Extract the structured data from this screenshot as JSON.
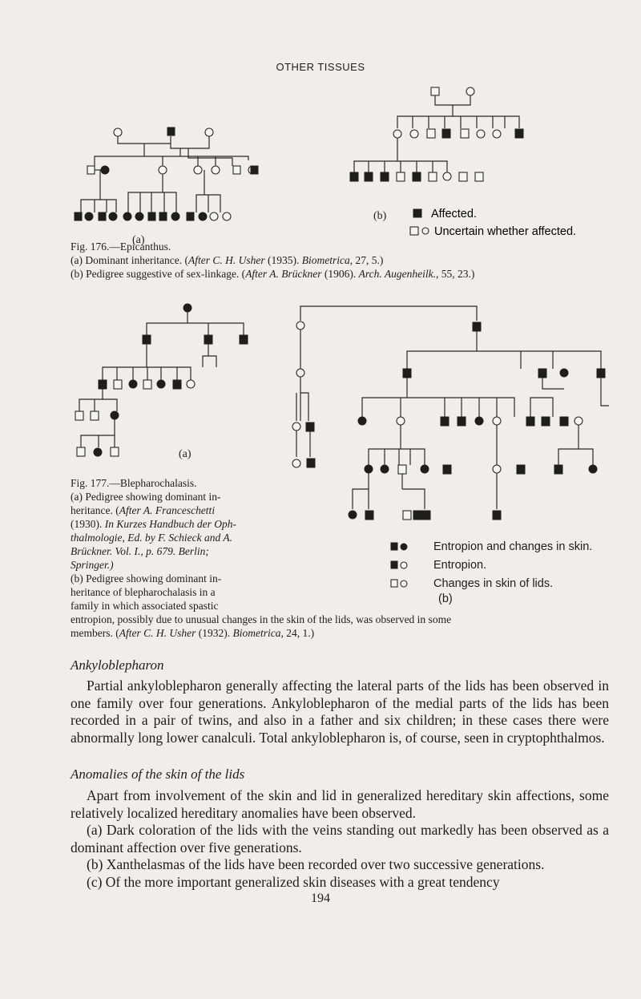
{
  "header": "OTHER TISSUES",
  "fig176": {
    "label_a": "(a)",
    "label_b": "(b)",
    "legend_affected": "Affected.",
    "legend_uncertain": "Uncertain whether affected.",
    "caption_title": "Fig. 176.—Epicanthus.",
    "caption_a_pre": "(a) Dominant inheritance. (",
    "caption_a_ital": "After C. H. Usher",
    "caption_a_post": " (1935). ",
    "caption_a_journal": "Biometrica,",
    "caption_a_vol": " 27, 5.)",
    "caption_b_pre": "(b) Pedigree suggestive of sex-linkage. (",
    "caption_b_ital": "After A. Brückner",
    "caption_b_post": " (1906). ",
    "caption_b_journal": "Arch. Augenheilk.,",
    "caption_b_vol": " 55, 23.)"
  },
  "fig177": {
    "label_a": "(a)",
    "label_b": "(b)",
    "legend_1": "Entropion and changes in skin.",
    "legend_2": "Entropion.",
    "legend_3": "Changes in skin of lids.",
    "caption_title": "Fig. 177.—Blepharochalasis.",
    "caption_a_1": "(a) Pedigree showing dominant in-",
    "caption_a_2": "heritance. (",
    "caption_a_2_ital": "After A. Franceschetti",
    "caption_a_3": "(1930). ",
    "caption_a_3_ital": "In Kurzes Handbuch der Oph-",
    "caption_a_4_ital": "thalmologie, Ed. by F. Schieck and A.",
    "caption_a_5_ital": "Brückner. Vol. I., p. 679. Berlin;",
    "caption_a_6_ital": "Springer.)",
    "caption_b_1": "(b) Pedigree showing dominant in-",
    "caption_b_2": "heritance of blepharochalasis in a",
    "caption_b_3": "family in which associated spastic",
    "caption_b_4": "entropion, possibly due to unusual changes in the skin of the lids, was observed in some",
    "caption_b_5_pre": "members. (",
    "caption_b_5_ital": "After C. H. Usher",
    "caption_b_5_post": " (1932). ",
    "caption_b_5_journal": "Biometrica,",
    "caption_b_5_vol": " 24, 1.)"
  },
  "sections": [
    {
      "heading": "Ankyloblepharon",
      "paragraphs": [
        "Partial ankyloblepharon generally affecting the lateral parts of the lids has been observed in one family over four generations. Ankyloblepharon of the medial parts of the lids has been recorded in a pair of twins, and also in a father and six children; in these cases there were abnormally long lower canalculi. Total ankyloblepharon is, of course, seen in cryptophthalmos."
      ]
    },
    {
      "heading": "Anomalies of the skin of the lids",
      "paragraphs": [
        "Apart from involvement of the skin and lid in generalized hereditary skin affections, some relatively localized hereditary anomalies have been observed.",
        "(a) Dark coloration of the lids with the veins standing out markedly has been observed as a dominant affection over five generations.",
        "(b) Xanthelasmas of the lids have been recorded over two successive generations.",
        "(c) Of the more important generalized skin diseases with a great tendency"
      ]
    }
  ],
  "page_number": "194"
}
